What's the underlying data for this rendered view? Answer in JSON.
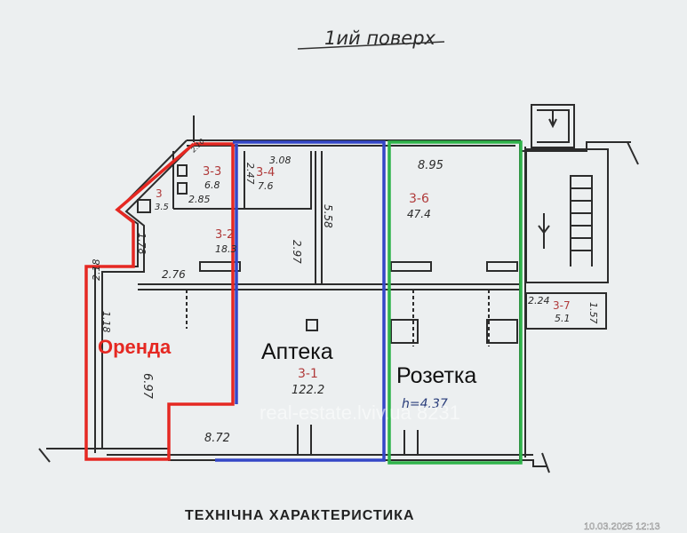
{
  "title": "1ий поверх",
  "footer": "ТЕХНІЧНА ХАРАКТЕРИСТИКА",
  "watermark": "real-estate.lviv.ua 8231",
  "timestamp": "10.03.2025 12:13",
  "zones": {
    "rent": {
      "label": "Оренда",
      "color": "#e52822"
    },
    "pharmacy": {
      "label": "Аптека",
      "color": "#3447c7"
    },
    "socket": {
      "label": "Розетка",
      "color": "#2fb34a"
    }
  },
  "rooms": {
    "r3_1": {
      "id": "3-1",
      "area": "122.2"
    },
    "r3_2": {
      "id": "3-2",
      "area": "18.3"
    },
    "r3_3": {
      "id": "3-3",
      "area": "6.8"
    },
    "r3_4": {
      "id": "3-4",
      "area": "7.6"
    },
    "r3_5": {
      "id": "3",
      "area": "3.5"
    },
    "r3_6": {
      "id": "3-6",
      "area": "47.4"
    },
    "r3_7": {
      "id": "3-7",
      "area": "5.1"
    }
  },
  "height_note": "h=4.37",
  "dimensions": {
    "d_895": "8.95",
    "d_872": "8.72",
    "d_558": "5.58",
    "d_297": "2.97",
    "d_308": "3.08",
    "d_247": "2.47",
    "d_285": "2.85",
    "d_178": "1.78",
    "d_276": "2.76",
    "d_218": "2.18",
    "d_118": "1.18",
    "d_697": "6.97",
    "d_224": "2.24",
    "d_157": "1.57",
    "d_210": "2.10"
  }
}
